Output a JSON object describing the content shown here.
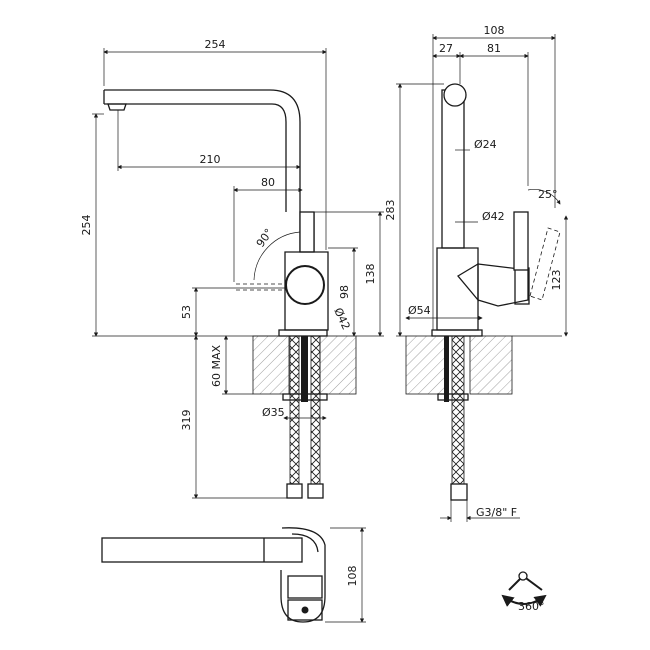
{
  "colors": {
    "line": "#1a1a1a",
    "background": "#ffffff"
  },
  "front_view": {
    "dim_spout_reach": "254",
    "dim_total_height": "254",
    "dim_spout_to_axis": "210",
    "dim_lever_offset": "80",
    "dim_lever_angle": "90°",
    "dim_body_height": "138",
    "dim_body_to_top": "98",
    "dim_body_diameter": "Ø42",
    "dim_base_height": "53",
    "dim_worktop_max": "60 MAX",
    "dim_hose_length": "319",
    "dim_hole_diameter": "Ø35"
  },
  "side_view": {
    "dim_overall_depth": "108",
    "dim_spout_offset": "27",
    "dim_lever_depth": "81",
    "dim_height": "283",
    "dim_spout_diameter": "Ø24",
    "dim_tube_diameter": "Ø42",
    "dim_lever_angle": "25°",
    "dim_lever_height": "123",
    "dim_base_diameter": "Ø54",
    "dim_connection": "G3/8\" F"
  },
  "top_view": {
    "dim_depth": "108"
  },
  "rotation": {
    "label": "360°",
    "icon": "rotation-360-icon"
  }
}
